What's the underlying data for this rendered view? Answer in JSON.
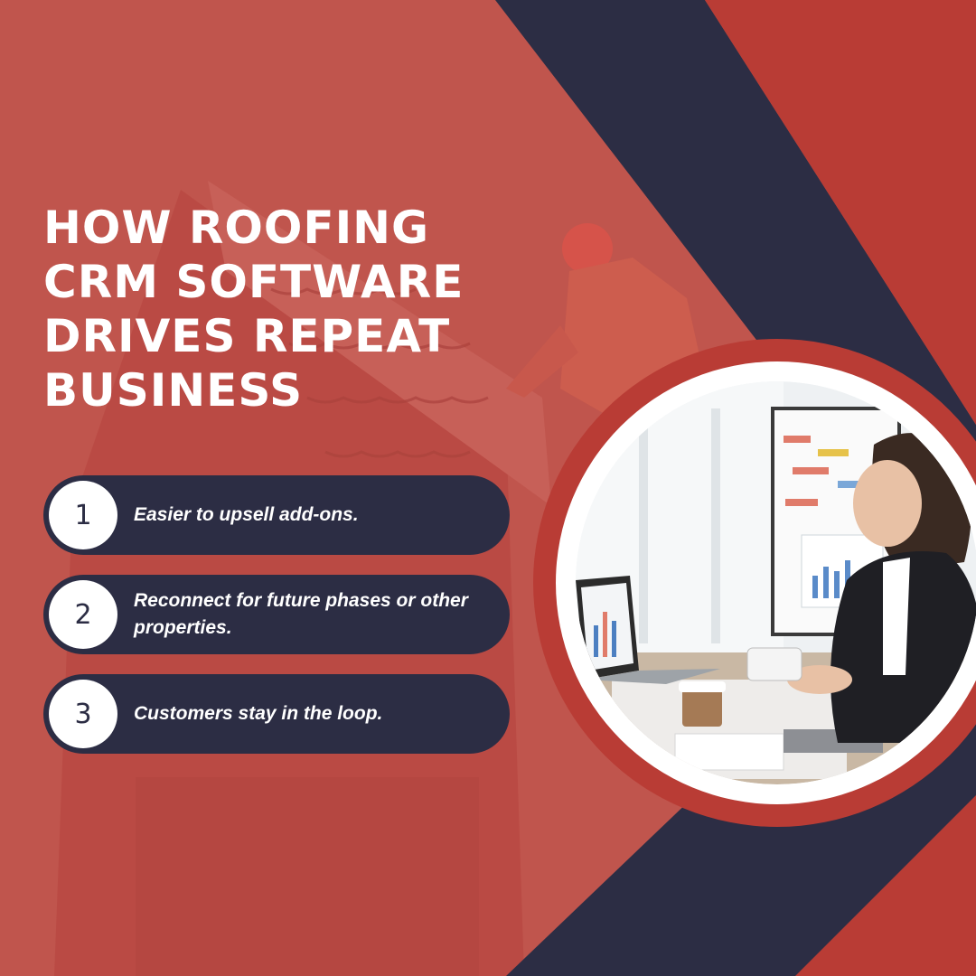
{
  "title": {
    "lines": [
      "HOW ROOFING",
      "CRM SOFTWARE",
      "DRIVES REPEAT",
      "BUSINESS"
    ]
  },
  "items": [
    {
      "number": "1",
      "text": "Easier to upsell add-ons."
    },
    {
      "number": "2",
      "text": "Reconnect for future phases or other properties."
    },
    {
      "number": "3",
      "text": "Customers stay in the loop."
    }
  ],
  "colors": {
    "red": "#c0554d",
    "dark_navy": "#2c2d44",
    "accent_red": "#b93c35",
    "white": "#ffffff"
  },
  "images": {
    "background": "roofer-working-on-roof-photo",
    "circle_photo": "businesswoman-analyzing-charts-photo"
  }
}
